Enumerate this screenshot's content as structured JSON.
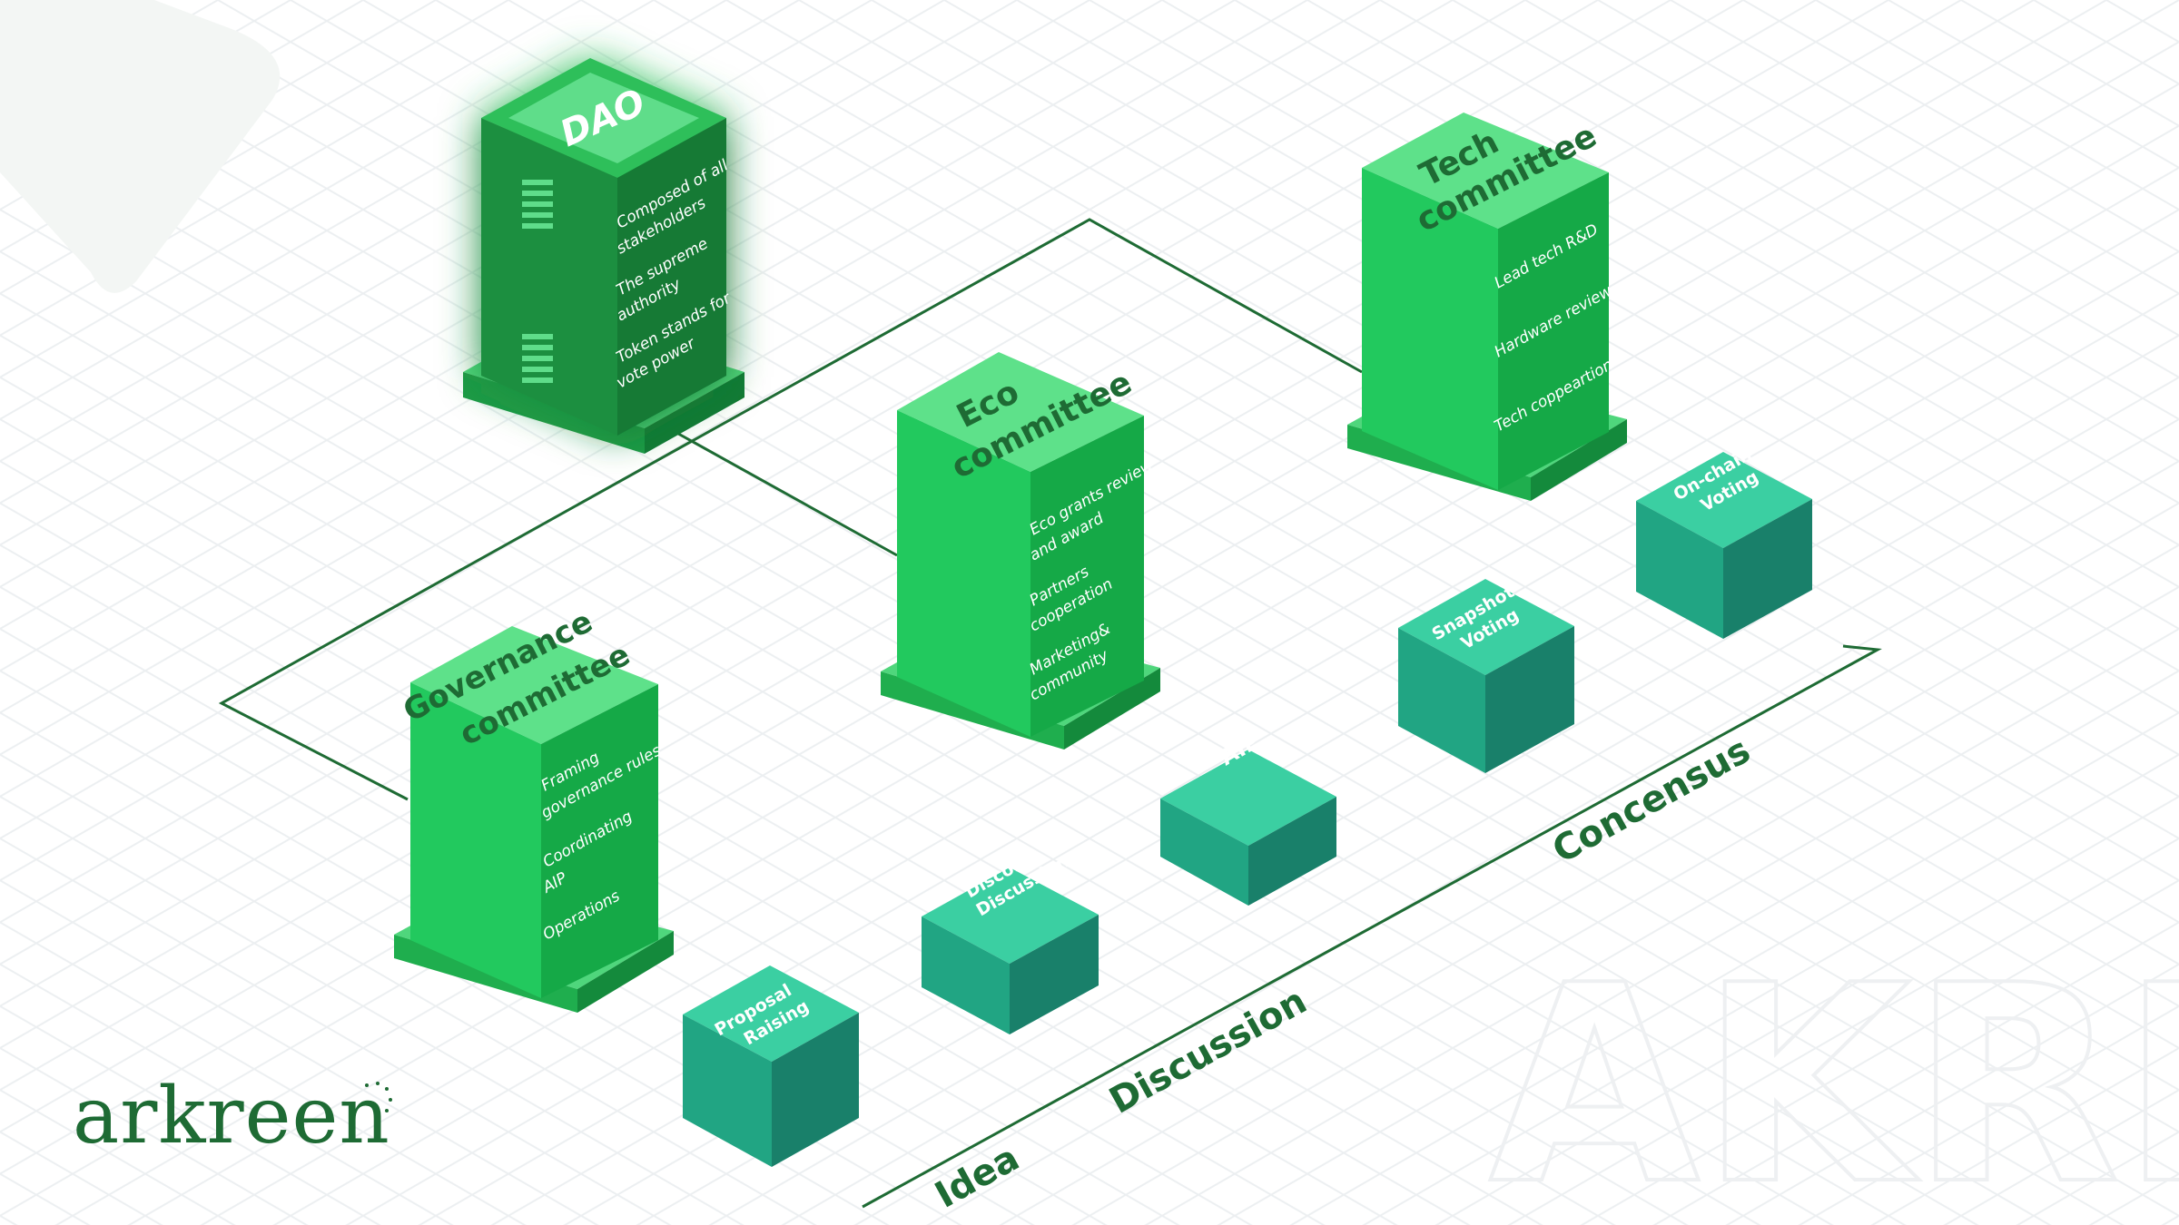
{
  "logo": {
    "text": "arkreen"
  },
  "watermark": {
    "text": "AKRE."
  },
  "committees": {
    "dao": {
      "title": "DAO",
      "lines": [
        "Composed of all",
        "stakeholders",
        "The supreme",
        "authority",
        "Token stands for",
        "vote power"
      ]
    },
    "tech": {
      "title_l1": "Tech",
      "title_l2": "committee",
      "lines": [
        "Lead tech R&D",
        "Hardware review",
        "Tech coppeartion"
      ]
    },
    "eco": {
      "title_l1": "Eco",
      "title_l2": "committee",
      "lines": [
        "Eco grants review",
        "and award",
        "Partners",
        "cooperation",
        "Marketing&",
        "community"
      ]
    },
    "governance": {
      "title_l1": "Governance",
      "title_l2": "committee",
      "lines": [
        "Framing",
        "governance rules",
        "Coordinating",
        "AIP",
        "Operations"
      ]
    }
  },
  "steps": {
    "proposal": {
      "l1": "Proposal",
      "l2": "Raising"
    },
    "discord": {
      "l1": "Discord",
      "l2": "Discussion"
    },
    "aip": {
      "l1": "AIP"
    },
    "snapshot": {
      "l1": "Snapshot",
      "l2": "Voting"
    },
    "onchain": {
      "l1": "On-chain",
      "l2": "Voting"
    }
  },
  "stages": {
    "idea": "Idea",
    "discussion": "Discussion",
    "consensus": "Concensus"
  },
  "colors": {
    "committee_top": "#5ee18a",
    "committee_left": "#22c95e",
    "committee_right": "#15a947",
    "dao_top": "#2fbf5a",
    "dao_left": "#1e8f3f",
    "dao_right": "#127a35",
    "step_top": "#3bcfa2",
    "step_left": "#21a583",
    "step_right": "#19806a",
    "line": "#1e6b34",
    "stage_text": "#1e6b34"
  }
}
